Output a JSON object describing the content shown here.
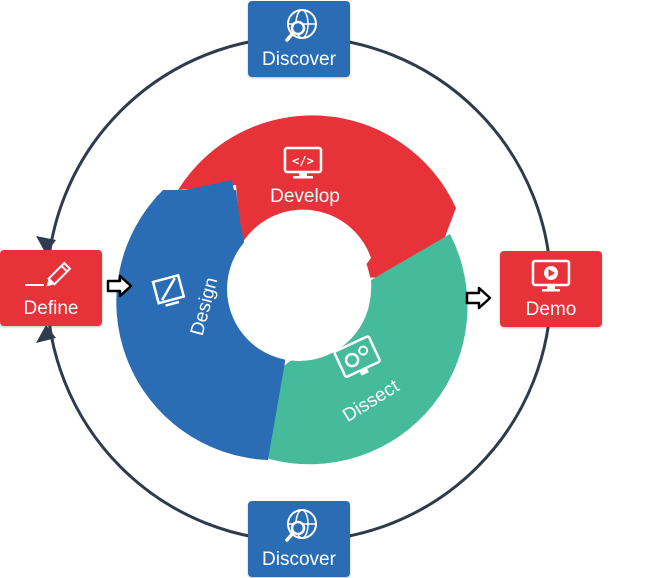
{
  "nodes": {
    "discover_top": {
      "label": "Discover",
      "icon": "globe-search-icon"
    },
    "discover_bottom": {
      "label": "Discover",
      "icon": "globe-search-icon"
    },
    "define": {
      "label": "Define",
      "icon": "pencil-icon"
    },
    "demo": {
      "label": "Demo",
      "icon": "video-monitor-icon"
    }
  },
  "cycle": {
    "develop": {
      "label": "Develop",
      "icon": "code-monitor-icon"
    },
    "design": {
      "label": "Design",
      "icon": "drawing-tablet-icon"
    },
    "dissect": {
      "label": "Dissect",
      "icon": "gears-monitor-icon"
    }
  },
  "colors": {
    "blue": "#2a6db5",
    "red": "#e8323a",
    "green": "#45bb9c",
    "line": "#2f3b4c"
  }
}
